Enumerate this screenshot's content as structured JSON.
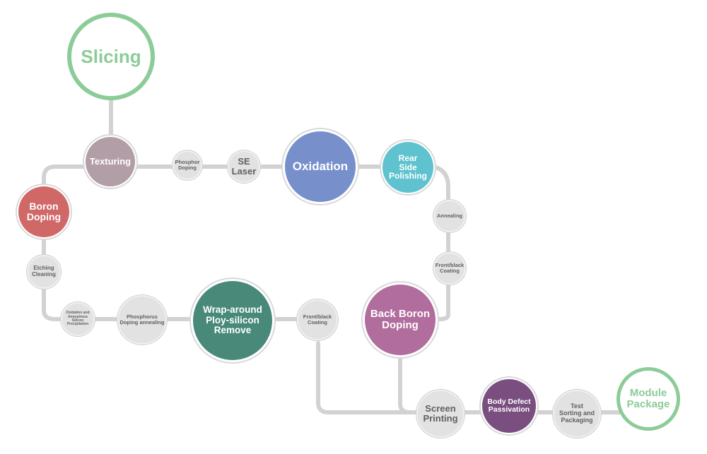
{
  "nodes": {
    "slicing": {
      "label": "Slicing",
      "color": "#8ccc98",
      "style": "terminal"
    },
    "texturing": {
      "label": "Texturing",
      "color": "#b29ea6",
      "style": "main"
    },
    "phosphor_doping": {
      "label": "Phosphor\nDoping",
      "style": "minor"
    },
    "se_laser": {
      "label": "SE\nLaser",
      "style": "minor"
    },
    "oxidation": {
      "label": "Oxidation",
      "color": "#7790cc",
      "style": "main"
    },
    "rear_side_polishing": {
      "label": "Rear\nSide\nPolishing",
      "color": "#5ec2cf",
      "style": "main"
    },
    "annealing": {
      "label": "Annealing",
      "style": "minor"
    },
    "front_black_coating_right": {
      "label": "Front/black\nCoating",
      "style": "minor"
    },
    "back_boron_doping": {
      "label": "Back Boron\nDoping",
      "color": "#b16d9d",
      "style": "main"
    },
    "boron_doping": {
      "label": "Boron\nDoping",
      "color": "#d06868",
      "style": "main"
    },
    "etching_cleaning": {
      "label": "Etching\nCleaning",
      "style": "minor"
    },
    "oxidation_amorphous": {
      "label": "Oxidation and\nAmorphous\nSilicon\nPrecipitation",
      "style": "minor"
    },
    "phosphorus_doping_annealing": {
      "label": "Phosphorus\nDoping annealing",
      "style": "minor"
    },
    "wrap_around": {
      "label": "Wrap-around\nPloy-silicon\nRemove",
      "color": "#48897a",
      "style": "main"
    },
    "front_black_coating_mid": {
      "label": "Front/black\nCoating",
      "style": "minor"
    },
    "screen_printing": {
      "label": "Screen\nPrinting",
      "style": "minor"
    },
    "body_defect_passivation": {
      "label": "Body Defect\nPassivation",
      "color": "#7a4f80",
      "style": "main"
    },
    "test_sorting_packaging": {
      "label": "Test\nSorting and\nPackaging",
      "style": "minor"
    },
    "module_package": {
      "label": "Module\nPackage",
      "color": "#8ccc98",
      "style": "terminal"
    }
  },
  "colors": {
    "connector": "#d2d2d2",
    "minor_fill": "#e2e2e2",
    "minor_text": "#606060"
  }
}
